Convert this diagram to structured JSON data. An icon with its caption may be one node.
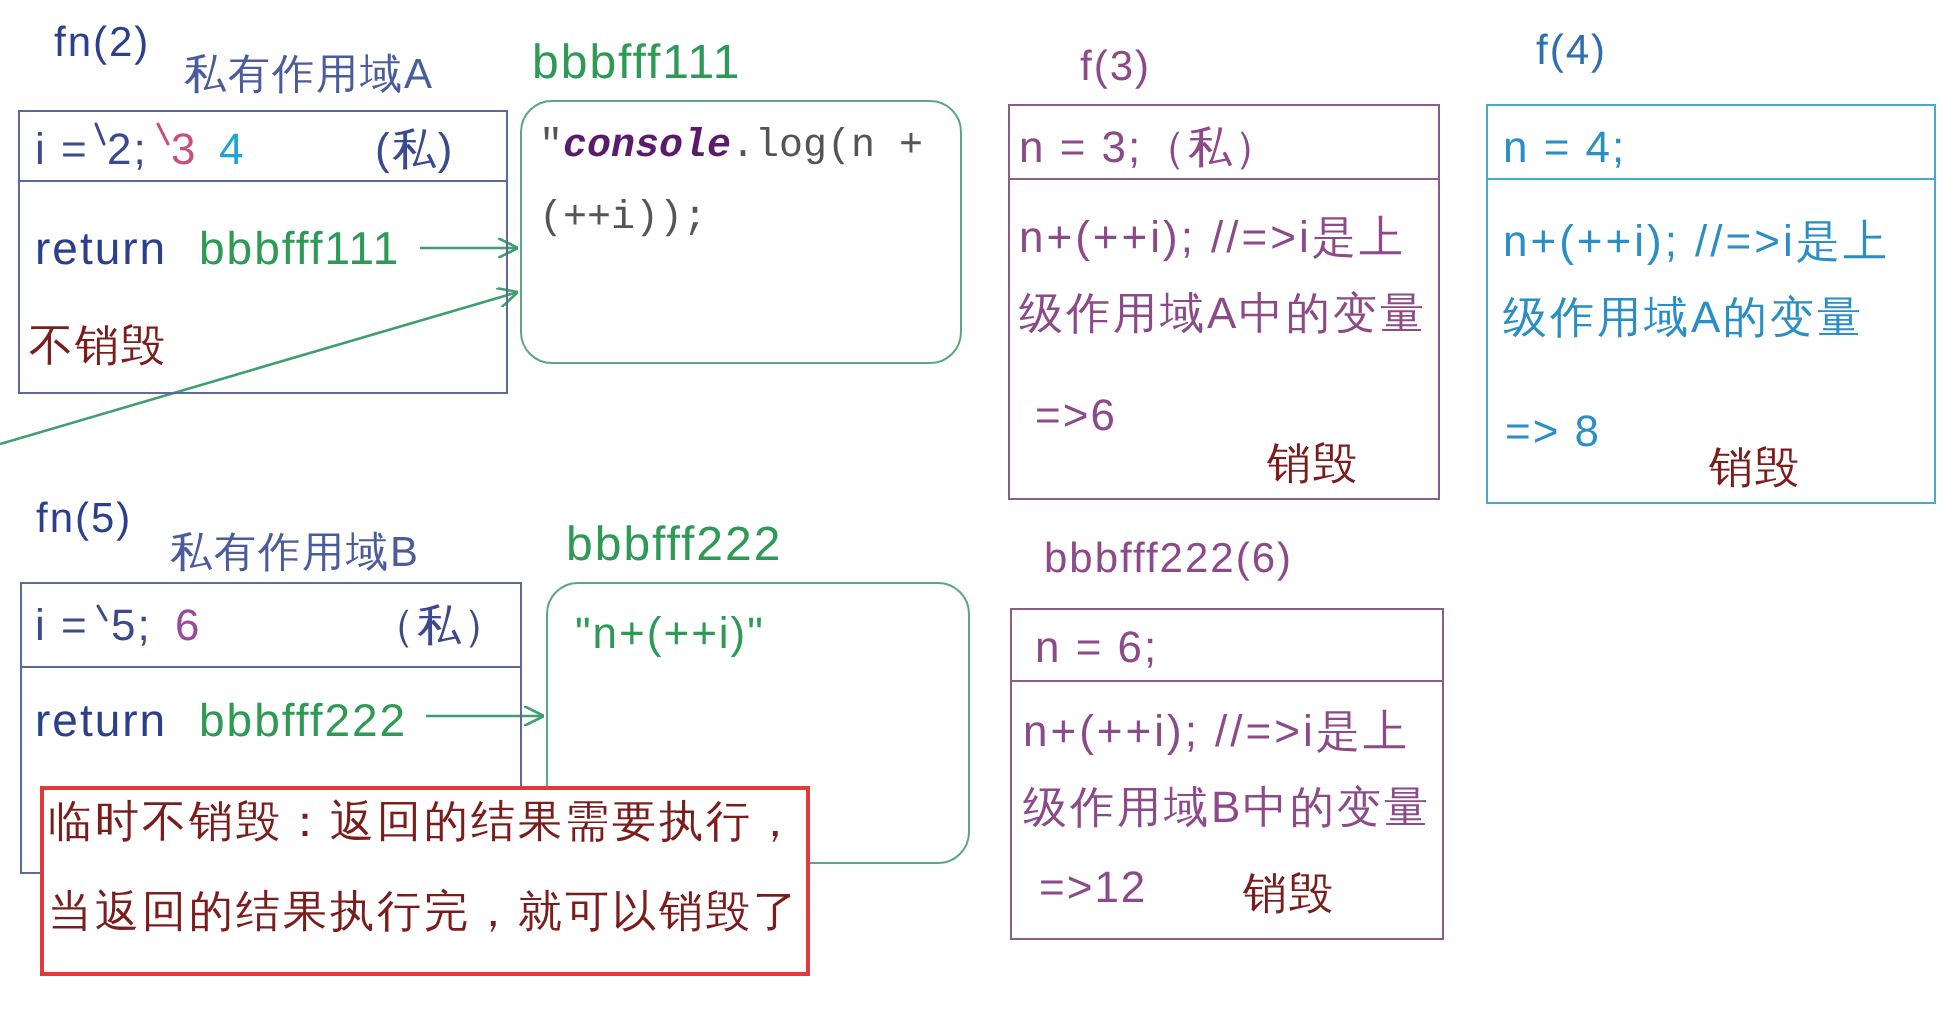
{
  "diagram": {
    "nodes": [
      {
        "text": [
          "fn(2)",
          "私有作用域A",
          "i =",
          "2;",
          "3",
          "4",
          "(私)",
          "return",
          "bbbfff111",
          "不销毁"
        ]
      },
      {
        "text": [
          "bbbfff111",
          "\"*console*.log(n + (++i));"
        ]
      },
      {
        "text": [
          "f(3)",
          "n = 3;（私）",
          "n+(++i); //=>i是上级作用域A中的变量",
          "=>6",
          "销毁"
        ]
      },
      {
        "text": [
          "f(4)",
          "n = 4;",
          "n+(++i); //=>i是上级作用域A的变量",
          "=> 8",
          "销毁"
        ]
      },
      {
        "text": [
          "fn(5)",
          "私有作用域B",
          "i =",
          "5;",
          "6",
          "（私）",
          "return",
          "bbbfff222"
        ]
      },
      {
        "text": [
          "bbbfff222",
          "\"n+(++i)\""
        ]
      },
      {
        "text": [
          "bbbfff222(6)",
          "n = 6;",
          "n+(++i); //=>i是上级作用域B中的变量",
          "=>12",
          "销毁"
        ]
      },
      {
        "text": [
          "临时不销毁：返回的结果需要执行，当返回的结果执行完，就可以销毁了"
        ]
      }
    ],
    "edges": [
      {
        "from": 0,
        "to": 1,
        "arrow": "to"
      },
      {
        "from": null,
        "to": 1,
        "arrow": "to"
      },
      {
        "from": 4,
        "to": 5,
        "arrow": "to"
      }
    ]
  }
}
